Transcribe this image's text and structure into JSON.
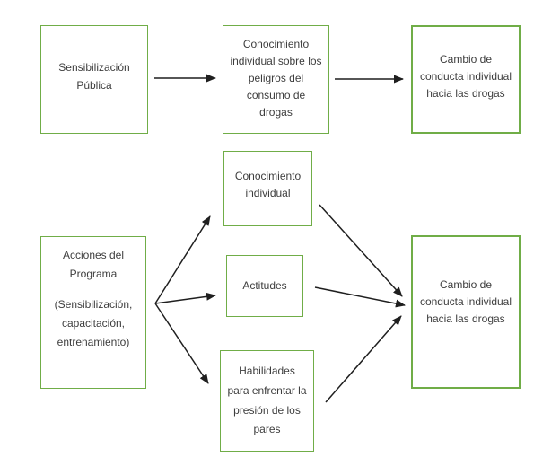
{
  "theme": {
    "box-border": "#70AD47",
    "arrow-color": "#1f1f1f",
    "text-color": "#3d3d3d",
    "background": "#ffffff"
  },
  "diagram": {
    "top_row": {
      "public_awareness": "Sensibilización Pública",
      "individual_knowledge_dangers": "Conocimiento individual sobre los peligros del consumo de drogas",
      "behavior_change": "Cambio de conducta individual hacia las drogas"
    },
    "program_model": {
      "individual_knowledge": "Conocimiento individual",
      "program_actions_title": "Acciones del Programa",
      "program_actions_detail": "(Sensibilización, capacitación, entrenamiento)",
      "attitudes": "Actitudes",
      "peer_pressure_skills": "Habilidades para enfrentar la presión de los pares",
      "behavior_change": "Cambio de conducta individual hacia las drogas"
    }
  }
}
